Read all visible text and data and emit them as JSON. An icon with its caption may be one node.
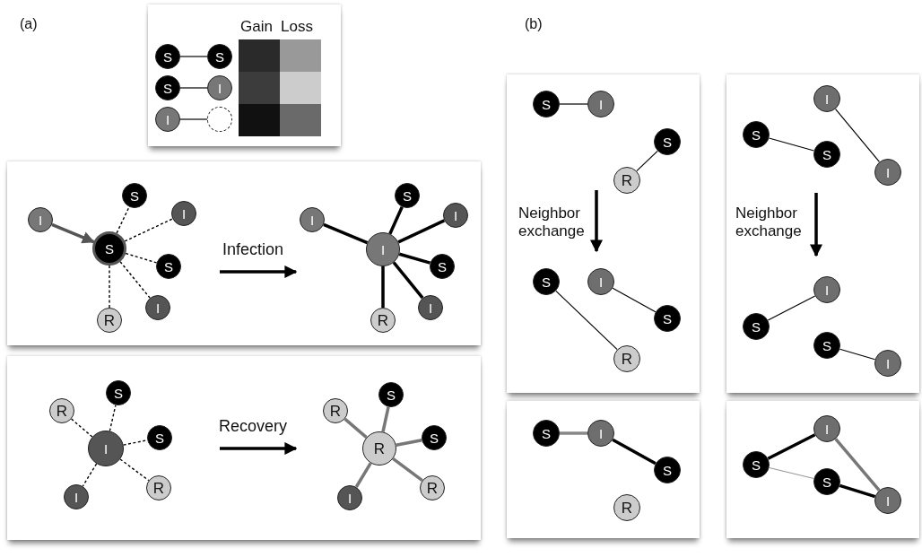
{
  "diagram": {
    "nodes": [
      {
        "text": [
          "S"
        ]
      },
      {
        "text": [
          "S"
        ]
      },
      {
        "text": [
          "S"
        ]
      },
      {
        "text": [
          "I"
        ]
      },
      {
        "text": [
          "I"
        ]
      },
      {
        "text": [],
        "shape": "circle"
      },
      {
        "text": [
          "I"
        ]
      },
      {
        "text": [
          "S"
        ]
      },
      {
        "text": [
          "I"
        ]
      },
      {
        "text": [
          "S"
        ]
      },
      {
        "text": [
          "S"
        ]
      },
      {
        "text": [
          "I"
        ]
      },
      {
        "text": [
          "R"
        ]
      },
      {
        "text": [
          "S"
        ]
      },
      {
        "text": [
          "I"
        ]
      },
      {
        "text": [
          "I"
        ]
      },
      {
        "text": [
          "I"
        ]
      },
      {
        "text": [
          "S"
        ]
      },
      {
        "text": [
          "I"
        ]
      },
      {
        "text": [
          "R"
        ]
      },
      {
        "text": [
          "S"
        ]
      },
      {
        "text": [
          "R"
        ]
      },
      {
        "text": [
          "S"
        ]
      },
      {
        "text": [
          "I"
        ]
      },
      {
        "text": [
          "R"
        ]
      },
      {
        "text": [
          "I"
        ]
      },
      {
        "text": [
          "S"
        ]
      },
      {
        "text": [
          "R"
        ]
      },
      {
        "text": [
          "R"
        ]
      },
      {
        "text": [
          "S"
        ]
      },
      {
        "text": [
          "R"
        ]
      },
      {
        "text": [
          "I"
        ]
      },
      {
        "text": [
          "S"
        ]
      },
      {
        "text": [
          "I"
        ]
      },
      {
        "text": [
          "S"
        ]
      },
      {
        "text": [
          "R"
        ]
      },
      {
        "text": [
          "S"
        ]
      },
      {
        "text": [
          "I"
        ]
      },
      {
        "text": [
          "S"
        ]
      },
      {
        "text": [
          "R"
        ]
      },
      {
        "text": [
          "S"
        ]
      },
      {
        "text": [
          "I"
        ]
      },
      {
        "text": [
          "S"
        ]
      },
      {
        "text": [
          "R"
        ]
      },
      {
        "text": [
          "I"
        ]
      },
      {
        "text": [
          "S"
        ]
      },
      {
        "text": [
          "S"
        ]
      },
      {
        "text": [
          "I"
        ]
      },
      {
        "text": [
          "I"
        ]
      },
      {
        "text": [
          "S"
        ]
      },
      {
        "text": [
          "S"
        ]
      },
      {
        "text": [
          "I"
        ]
      },
      {
        "text": [
          "I"
        ]
      },
      {
        "text": [
          "S"
        ]
      },
      {
        "text": [
          "S"
        ]
      },
      {
        "text": [
          "I"
        ]
      }
    ],
    "edges": [
      {
        "from": 0,
        "to": 1,
        "arrow": "none"
      },
      {
        "from": 2,
        "to": 3,
        "arrow": "none"
      },
      {
        "from": 4,
        "to": 5,
        "arrow": "none"
      },
      {
        "from": 6,
        "to": 9,
        "arrow": "to",
        "style": "thick",
        "color": "#555555"
      },
      {
        "from": 9,
        "to": 7,
        "arrow": "none",
        "style": "dashed"
      },
      {
        "from": 9,
        "to": 8,
        "arrow": "none",
        "style": "dashed"
      },
      {
        "from": 9,
        "to": 10,
        "arrow": "none",
        "style": "dashed"
      },
      {
        "from": 9,
        "to": 11,
        "arrow": "none",
        "style": "dashed"
      },
      {
        "from": 9,
        "to": 12,
        "arrow": "none",
        "style": "dashed"
      },
      {
        "from": 16,
        "to": 14,
        "arrow": "none",
        "style": "thick"
      },
      {
        "from": 16,
        "to": 13,
        "arrow": "none",
        "style": "thick"
      },
      {
        "from": 16,
        "to": 15,
        "arrow": "none",
        "style": "thick"
      },
      {
        "from": 16,
        "to": 17,
        "arrow": "none",
        "style": "thick"
      },
      {
        "from": 16,
        "to": 18,
        "arrow": "none",
        "style": "thick"
      },
      {
        "from": 16,
        "to": 19,
        "arrow": "none",
        "style": "thick"
      },
      {
        "from": 23,
        "to": 21,
        "arrow": "none",
        "style": "dashed"
      },
      {
        "from": 23,
        "to": 20,
        "arrow": "none",
        "style": "dashed"
      },
      {
        "from": 23,
        "to": 22,
        "arrow": "none",
        "style": "dashed"
      },
      {
        "from": 23,
        "to": 24,
        "arrow": "none",
        "style": "dashed"
      },
      {
        "from": 23,
        "to": 25,
        "arrow": "none",
        "style": "dashed"
      },
      {
        "from": 28,
        "to": 27,
        "arrow": "none",
        "style": "thick",
        "color": "#777777"
      },
      {
        "from": 28,
        "to": 26,
        "arrow": "none",
        "style": "thick",
        "color": "#777777"
      },
      {
        "from": 28,
        "to": 29,
        "arrow": "none",
        "style": "thick",
        "color": "#777777"
      },
      {
        "from": 28,
        "to": 30,
        "arrow": "none",
        "style": "thick",
        "color": "#777777"
      },
      {
        "from": 28,
        "to": 31,
        "arrow": "none",
        "style": "thick",
        "color": "#777777"
      },
      {
        "from": 32,
        "to": 33,
        "arrow": "none"
      },
      {
        "from": 34,
        "to": 35,
        "arrow": "none"
      },
      {
        "from": 36,
        "to": 39,
        "arrow": "none"
      },
      {
        "from": 37,
        "to": 38,
        "arrow": "none"
      },
      {
        "from": 40,
        "to": 41,
        "arrow": "none",
        "style": "thick",
        "color": "#888888"
      },
      {
        "from": 41,
        "to": 42,
        "arrow": "none",
        "style": "thick"
      },
      {
        "from": 44,
        "to": 47,
        "arrow": "none"
      },
      {
        "from": 45,
        "to": 46,
        "arrow": "none"
      },
      {
        "from": 48,
        "to": 49,
        "arrow": "none"
      },
      {
        "from": 50,
        "to": 51,
        "arrow": "none"
      },
      {
        "from": 53,
        "to": 52,
        "arrow": "none",
        "style": "thick"
      },
      {
        "from": 52,
        "to": 55,
        "arrow": "none",
        "style": "thick",
        "color": "#777777"
      },
      {
        "from": 54,
        "to": 55,
        "arrow": "none",
        "style": "thick"
      },
      {
        "from": 53,
        "to": 54,
        "arrow": "none",
        "color": "#999999"
      }
    ],
    "labels": [
      "(a)",
      "Gain",
      "Loss",
      "(b)",
      "Infection",
      "Neighbor exchange",
      "Neighbor exchange",
      "Recovery"
    ]
  }
}
